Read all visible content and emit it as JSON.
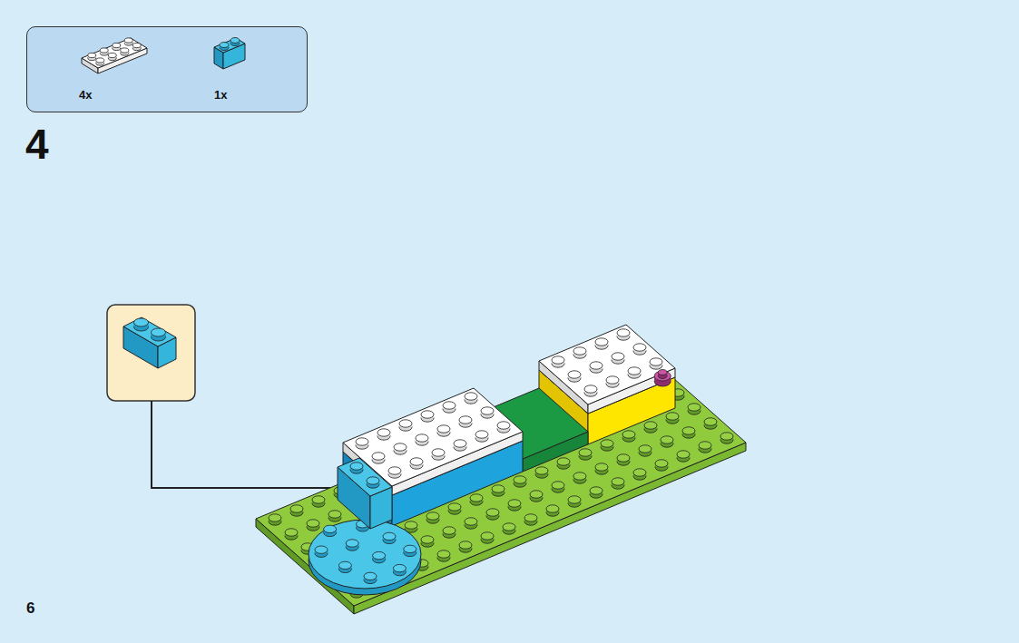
{
  "diagram": {
    "nodes": [
      {
        "text": [
          "4x",
          "1x"
        ]
      }
    ],
    "labels": [
      "4",
      "6"
    ]
  }
}
